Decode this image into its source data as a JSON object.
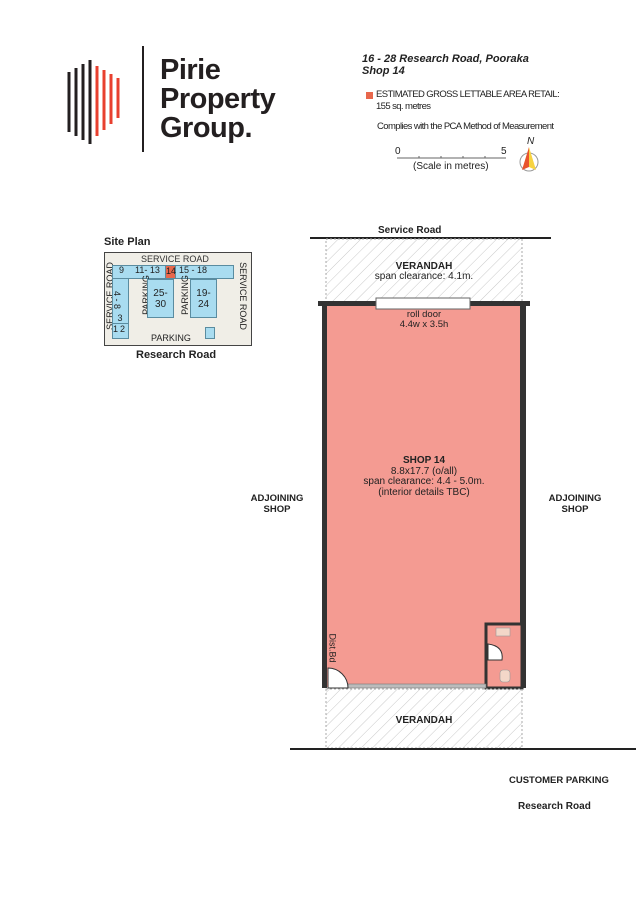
{
  "logo": {
    "lines": [
      "Pirie",
      "Property",
      "Group."
    ]
  },
  "header": {
    "address": "16 - 28 Research Road, Pooraka",
    "shop": "Shop 14",
    "area_label": "ESTIMATED GROSS LETTABLE AREA RETAIL:",
    "area_value": "155 sq. metres",
    "compliance": "Complies with the PCA Method of Measurement",
    "scale_start": "0",
    "scale_end": "5",
    "scale_label": "(Scale in metres)",
    "north": "N"
  },
  "site_plan": {
    "title": "Site Plan",
    "service_road_top": "SERVICE ROAD",
    "service_road_left": "SERVICE ROAD",
    "service_road_right": "SERVICE ROAD",
    "units": [
      "9",
      "11- 13",
      "14",
      "15 - 18",
      "4 - 8",
      "3",
      "1",
      "2",
      "25-",
      "30",
      "19-",
      "24"
    ],
    "parking": [
      "PARKING",
      "PARKING",
      "PARKING"
    ],
    "road": "Research Road"
  },
  "plan": {
    "service_road": "Service Road",
    "verandah_top": "VERANDAH",
    "verandah_top_clearance": "span clearance: 4.1m.",
    "roll_door": "roll door",
    "roll_door_size": "4.4w x 3.5h",
    "shop_title": "SHOP 14",
    "shop_size": "8.8x17.7 (o/all)",
    "shop_clearance": "span clearance: 4.4 - 5.0m.",
    "shop_note": "(interior details TBC)",
    "adjoining": "ADJOINING",
    "shop_word": "SHOP",
    "dist_bd": "Dist.Bd",
    "verandah_bottom": "VERANDAH",
    "customer_parking": "CUSTOMER PARKING",
    "research_road": "Research Road"
  },
  "colors": {
    "shop": "#f49b92",
    "unit": "#a9dcf0",
    "highlight": "#e8674c",
    "wall": "#333333"
  }
}
